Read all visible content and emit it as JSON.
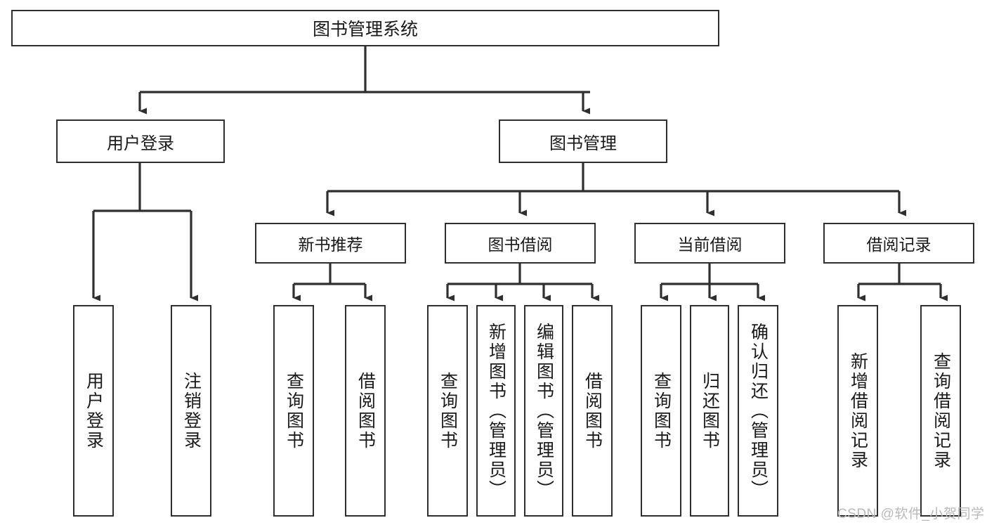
{
  "diagram": {
    "title": "图书管理系统",
    "type": "hierarchy-tree",
    "background_color": "#ffffff",
    "line_color": "#2f2f2f",
    "text_color": "#1a1a1a",
    "root": {
      "label": "图书管理系统"
    },
    "level2": [
      {
        "label": "用户登录"
      },
      {
        "label": "图书管理"
      }
    ],
    "level3": [
      {
        "label": "新书推荐"
      },
      {
        "label": "图书借阅"
      },
      {
        "label": "当前借阅"
      },
      {
        "label": "借阅记录"
      }
    ],
    "leaves": [
      {
        "label": "用户登录",
        "parent": "用户登录"
      },
      {
        "label": "注销登录",
        "parent": "用户登录"
      },
      {
        "label": "查询图书",
        "parent": "新书推荐"
      },
      {
        "label": "借阅图书",
        "parent": "新书推荐"
      },
      {
        "label": "查询图书",
        "parent": "图书借阅"
      },
      {
        "label": "新增图书（管理员）",
        "parent": "图书借阅"
      },
      {
        "label": "编辑图书（管理员）",
        "parent": "图书借阅"
      },
      {
        "label": "借阅图书",
        "parent": "图书借阅"
      },
      {
        "label": "查询图书",
        "parent": "当前借阅"
      },
      {
        "label": "归还图书",
        "parent": "当前借阅"
      },
      {
        "label": "确认归还（管理员）",
        "parent": "当前借阅"
      },
      {
        "label": "新增借阅记录",
        "parent": "借阅记录"
      },
      {
        "label": "查询借阅记录",
        "parent": "借阅记录"
      }
    ]
  },
  "watermark": {
    "text": "CSDN @软件_小贺同学"
  }
}
